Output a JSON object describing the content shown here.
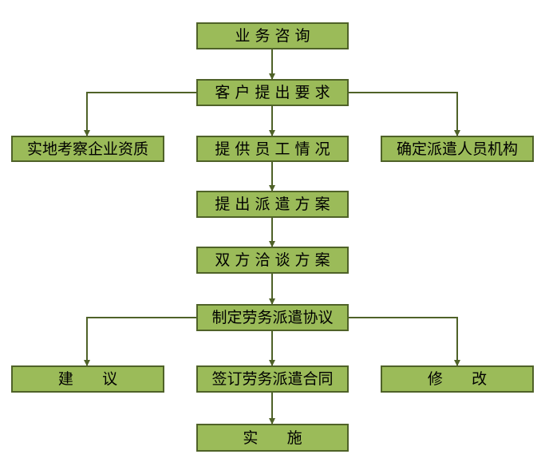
{
  "nodes": {
    "consult": "业 务 咨 询",
    "request": "客 户 提 出 要 求",
    "inspect": "实地考察企业资质",
    "provide": "提 供 员 工 情 况",
    "determine": "确定派遣人员机构",
    "propose": "提 出 派 遣 方 案",
    "negotiate": "双 方 洽 谈 方 案",
    "agreement": "制定劳务派遣协议",
    "suggest": "建      议",
    "contract": "签订劳务派遣合同",
    "modify": "修      改",
    "implement": "实      施"
  },
  "colors": {
    "box_fill": "#9bbb59",
    "box_border": "#4f6228",
    "connector": "#4f6228"
  }
}
